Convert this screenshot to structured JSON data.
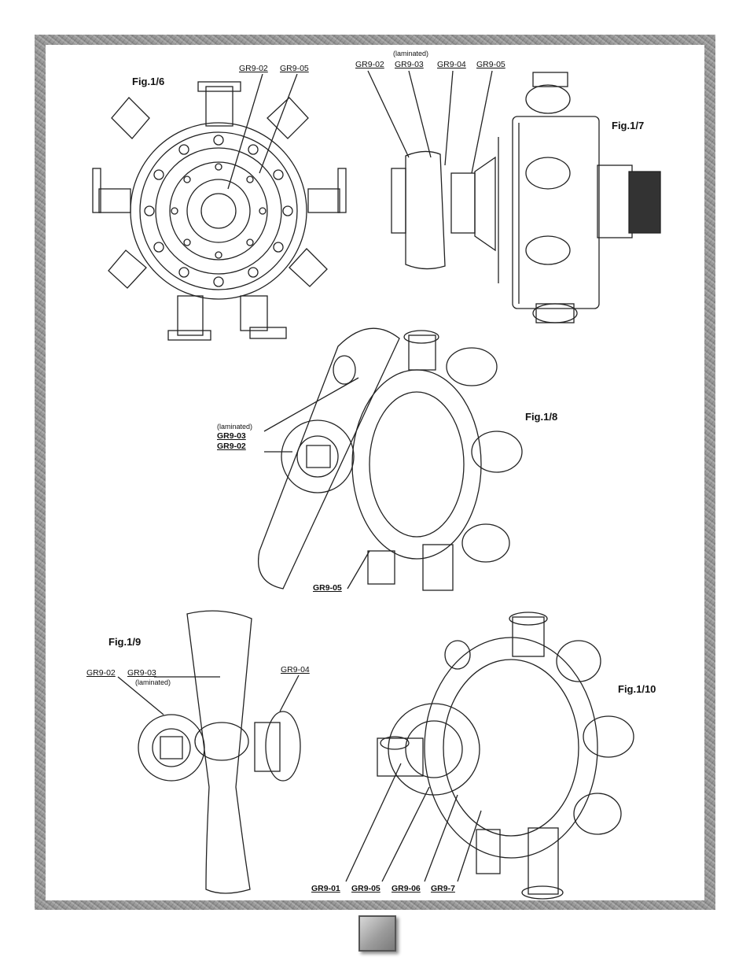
{
  "figures": {
    "fig6": {
      "label": "Fig.1/6",
      "parts": [
        "GR9-02",
        "GR9-05"
      ]
    },
    "fig7": {
      "label": "Fig.1/7",
      "note": "(laminated)",
      "parts": [
        "GR9-02",
        "GR9-03",
        "GR9-04",
        "GR9-05"
      ]
    },
    "fig8": {
      "label": "Fig.1/8",
      "note": "(laminated)",
      "parts": [
        "GR9-03",
        "GR9-02",
        "GR9-05"
      ]
    },
    "fig9": {
      "label": "Fig.1/9",
      "note": "(laminated)",
      "parts": [
        "GR9-02",
        "GR9-03",
        "GR9-04"
      ]
    },
    "fig10": {
      "label": "Fig.1/10",
      "parts": [
        "GR9-01",
        "GR9-05",
        "GR9-06",
        "GR9-7"
      ]
    }
  },
  "colors": {
    "frame": "#9a9a9a",
    "sheet": "#ffffff",
    "ink": "#111111",
    "page_box": "#9c9c9c"
  }
}
